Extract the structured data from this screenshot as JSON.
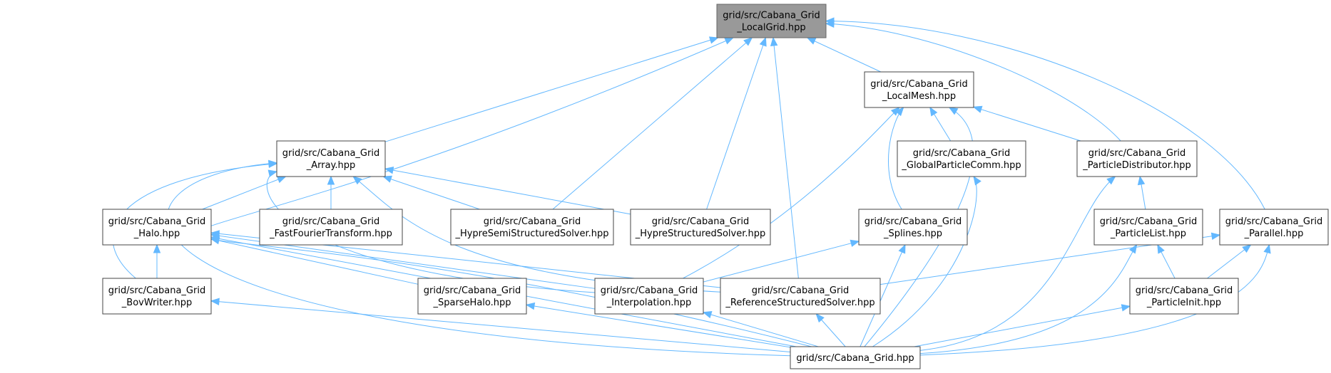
{
  "diagram": {
    "edge_color": "#63b8ff",
    "root_fill": "#999999",
    "nodes": [
      {
        "id": "localgrid",
        "lines": [
          "grid/src/Cabana_Grid",
          "_LocalGrid.hpp"
        ],
        "root": true
      },
      {
        "id": "localmesh",
        "lines": [
          "grid/src/Cabana_Grid",
          "_LocalMesh.hpp"
        ]
      },
      {
        "id": "array",
        "lines": [
          "grid/src/Cabana_Grid",
          "_Array.hpp"
        ]
      },
      {
        "id": "globalparticlecomm",
        "lines": [
          "grid/src/Cabana_Grid",
          "_GlobalParticleComm.hpp"
        ]
      },
      {
        "id": "particledistributor",
        "lines": [
          "grid/src/Cabana_Grid",
          "_ParticleDistributor.hpp"
        ]
      },
      {
        "id": "halo",
        "lines": [
          "grid/src/Cabana_Grid",
          "_Halo.hpp"
        ]
      },
      {
        "id": "fft",
        "lines": [
          "grid/src/Cabana_Grid",
          "_FastFourierTransform.hpp"
        ]
      },
      {
        "id": "hypresemi",
        "lines": [
          "grid/src/Cabana_Grid",
          "_HypreSemiStructuredSolver.hpp"
        ]
      },
      {
        "id": "hyprestruct",
        "lines": [
          "grid/src/Cabana_Grid",
          "_HypreStructuredSolver.hpp"
        ]
      },
      {
        "id": "splines",
        "lines": [
          "grid/src/Cabana_Grid",
          "_Splines.hpp"
        ]
      },
      {
        "id": "particlelist",
        "lines": [
          "grid/src/Cabana_Grid",
          "_ParticleList.hpp"
        ]
      },
      {
        "id": "parallel",
        "lines": [
          "grid/src/Cabana_Grid",
          "_Parallel.hpp"
        ]
      },
      {
        "id": "bovwriter",
        "lines": [
          "grid/src/Cabana_Grid",
          "_BovWriter.hpp"
        ]
      },
      {
        "id": "sparsehalo",
        "lines": [
          "grid/src/Cabana_Grid",
          "_SparseHalo.hpp"
        ]
      },
      {
        "id": "interpolation",
        "lines": [
          "grid/src/Cabana_Grid",
          "_Interpolation.hpp"
        ]
      },
      {
        "id": "refstruct",
        "lines": [
          "grid/src/Cabana_Grid",
          "_ReferenceStructuredSolver.hpp"
        ]
      },
      {
        "id": "particleinit",
        "lines": [
          "grid/src/Cabana_Grid",
          "_ParticleInit.hpp"
        ]
      },
      {
        "id": "grid",
        "lines": [
          "grid/src/Cabana_Grid.hpp"
        ]
      }
    ],
    "edges": [
      {
        "from": "grid",
        "to": "localgrid"
      },
      {
        "from": "array",
        "to": "localgrid"
      },
      {
        "from": "hypresemi",
        "to": "localgrid"
      },
      {
        "from": "hyprestruct",
        "to": "localgrid"
      },
      {
        "from": "refstruct",
        "to": "localgrid"
      },
      {
        "from": "localmesh",
        "to": "localgrid"
      },
      {
        "from": "particledistributor",
        "to": "localgrid"
      },
      {
        "from": "parallel",
        "to": "localgrid"
      },
      {
        "from": "globalparticlecomm",
        "to": "localmesh"
      },
      {
        "from": "particledistributor",
        "to": "localmesh"
      },
      {
        "from": "interpolation",
        "to": "localmesh"
      },
      {
        "from": "splines",
        "to": "localmesh"
      },
      {
        "from": "grid",
        "to": "localmesh"
      },
      {
        "from": "halo",
        "to": "array"
      },
      {
        "from": "fft",
        "to": "array"
      },
      {
        "from": "hypresemi",
        "to": "array"
      },
      {
        "from": "hyprestruct",
        "to": "array"
      },
      {
        "from": "interpolation",
        "to": "array"
      },
      {
        "from": "refstruct",
        "to": "array"
      },
      {
        "from": "bovwriter",
        "to": "array"
      },
      {
        "from": "grid",
        "to": "array"
      },
      {
        "from": "bovwriter",
        "to": "halo"
      },
      {
        "from": "sparsehalo",
        "to": "halo"
      },
      {
        "from": "interpolation",
        "to": "halo"
      },
      {
        "from": "refstruct",
        "to": "halo"
      },
      {
        "from": "grid",
        "to": "halo"
      },
      {
        "from": "grid",
        "to": "globalparticlecomm"
      },
      {
        "from": "particlelist",
        "to": "particledistributor"
      },
      {
        "from": "grid",
        "to": "particledistributor"
      },
      {
        "from": "interpolation",
        "to": "splines"
      },
      {
        "from": "grid",
        "to": "splines"
      },
      {
        "from": "particleinit",
        "to": "particlelist"
      },
      {
        "from": "grid",
        "to": "particlelist"
      },
      {
        "from": "refstruct",
        "to": "parallel"
      },
      {
        "from": "particleinit",
        "to": "parallel"
      },
      {
        "from": "grid",
        "to": "parallel"
      },
      {
        "from": "grid",
        "to": "bovwriter"
      },
      {
        "from": "grid",
        "to": "sparsehalo"
      },
      {
        "from": "grid",
        "to": "interpolation"
      },
      {
        "from": "grid",
        "to": "refstruct"
      },
      {
        "from": "grid",
        "to": "particleinit"
      }
    ]
  }
}
